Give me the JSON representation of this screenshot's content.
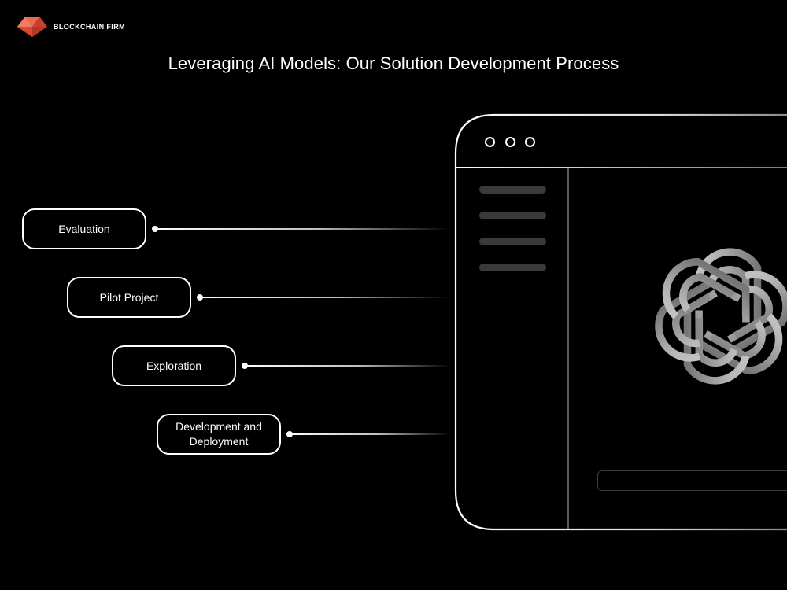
{
  "brand": {
    "name": "BLOCKCHAIN FIRM",
    "logo_color": "#e8553f"
  },
  "title": "Leveraging AI Models: Our Solution Development Process",
  "steps": [
    {
      "label_line1": "Evaluation",
      "label_line2": ""
    },
    {
      "label_line1": "Pilot Project",
      "label_line2": ""
    },
    {
      "label_line1": "Exploration",
      "label_line2": ""
    },
    {
      "label_line1": "Development and",
      "label_line2": "Deployment"
    }
  ],
  "window": {
    "controls": [
      "circle-icon",
      "circle-icon",
      "circle-icon"
    ],
    "sidebar_items": 4,
    "center_icon": "openai-logo-icon"
  },
  "colors": {
    "background": "#000000",
    "foreground": "#ffffff",
    "muted": "#3a3a3a"
  }
}
